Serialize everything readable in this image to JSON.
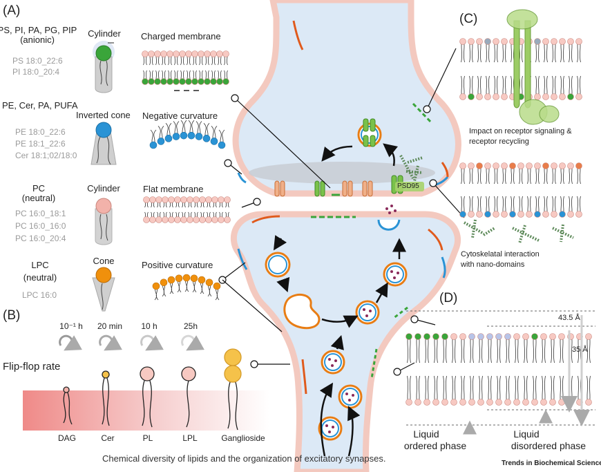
{
  "panels": {
    "a": "(A)",
    "b": "(B)",
    "c": "(C)",
    "d": "(D)"
  },
  "panel_a": {
    "rows": [
      {
        "class_line1": "PS, PI, PA, PG, PIP",
        "class_line2": "(anionic)",
        "species": [
          "PS 18:0_22:6",
          "PI 18:0_20:4"
        ],
        "shape": "Cylinder",
        "membrane": "Charged membrane",
        "head_color": "#3aa53a"
      },
      {
        "class_line1": "PE, Cer, PA, PUFA",
        "class_line2": "",
        "species": [
          "PE 18:0_22:6",
          "PE 18:1_22:6",
          "Cer 18:1;02/18:0"
        ],
        "shape": "Inverted cone",
        "membrane": "Negative curvature",
        "head_color": "#2a93d5"
      },
      {
        "class_line1": "PC",
        "class_line2": "(neutral)",
        "species": [
          "PC 16:0_18:1",
          "PC 16:0_16:0",
          "PC 16:0_20:4"
        ],
        "shape": "Cylinder",
        "membrane": "Flat membrane",
        "head_color": "#f2b2aa"
      },
      {
        "class_line1": "LPC",
        "class_line2": "(neutral)",
        "species": [
          "LPC 16:0"
        ],
        "shape": "Cone",
        "membrane": "Positive curvature",
        "head_color": "#f0900c"
      }
    ]
  },
  "panel_b": {
    "title": "Flip-flop rate",
    "rates": [
      "10⁻¹ h",
      "20 min",
      "10 h",
      "25h"
    ],
    "lipids": [
      "DAG",
      "Cer",
      "PL",
      "LPL",
      "Ganglioside"
    ]
  },
  "panel_c": {
    "caption1_line1": "Impact on receptor signaling &",
    "caption1_line2": "receptor recycling",
    "caption2_line1": "Cytoskelatal interaction",
    "caption2_line2": "with nano-domains"
  },
  "panel_d": {
    "thickness_ordered": "43.5 Å",
    "thickness_disordered": "35 Å",
    "ordered_line1": "Liquid",
    "ordered_line2": "ordered phase",
    "disordered_line1": "Liquid",
    "disordered_line2": "disordered phase"
  },
  "synapse": {
    "psd_label": "PSD95"
  },
  "caption": "Chemical diversity of lipids and the organization of excitatory synapses.",
  "journal": "Trends in Biochemical Sciences",
  "colors": {
    "membrane": "#f3d0c4",
    "membrane_edge": "#f5e2c0",
    "cytoplasm": "#dce9f6",
    "orange": "#e87d14",
    "blue": "#2a93d5",
    "green": "#3aa53a",
    "pink": "#f2b2aa",
    "red_dash": "#e0531c",
    "purple": "#8a2a5a"
  }
}
